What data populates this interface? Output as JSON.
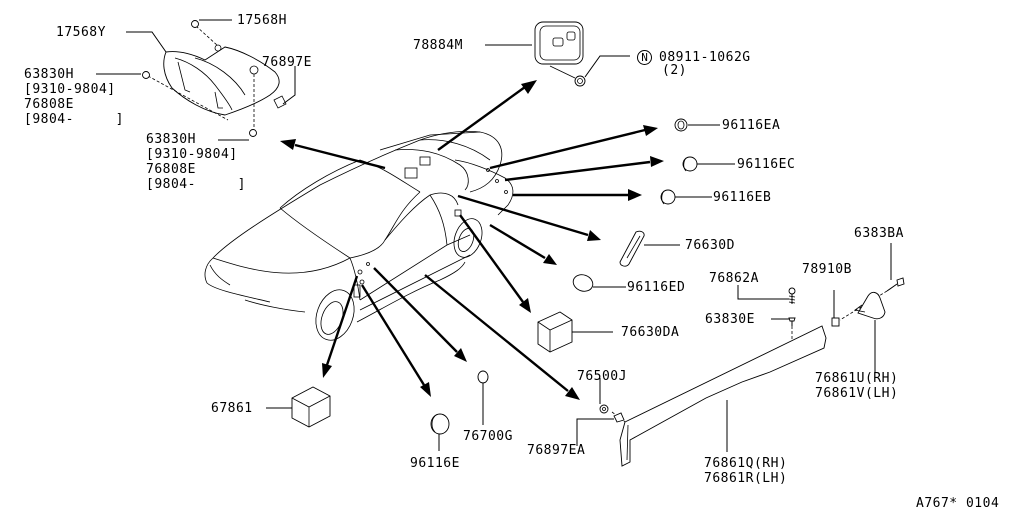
{
  "diagram": {
    "title": "Body side molding / trim parts exploded view",
    "reference_code": "A767* 0104",
    "parts": [
      {
        "id": "17568Y",
        "label": "17568Y"
      },
      {
        "id": "17568H",
        "label": "17568H"
      },
      {
        "id": "63830H-a",
        "label": "63830H",
        "note1": "[9310-9804]",
        "alt": "76808E",
        "note2": "[9804-     ]"
      },
      {
        "id": "76897E",
        "label": "76897E"
      },
      {
        "id": "63830H-b",
        "label": "63830H",
        "note1": "[9310-9804]",
        "alt": "76808E",
        "note2": "[9804-     ]"
      },
      {
        "id": "78884M",
        "label": "78884M"
      },
      {
        "id": "08911-1062G",
        "label": "08911-1062G",
        "prefix": "N",
        "qty": "(2)"
      },
      {
        "id": "96116EA",
        "label": "96116EA"
      },
      {
        "id": "96116EC",
        "label": "96116EC"
      },
      {
        "id": "96116EB",
        "label": "96116EB"
      },
      {
        "id": "76630D",
        "label": "76630D"
      },
      {
        "id": "96116ED",
        "label": "96116ED"
      },
      {
        "id": "76630DA",
        "label": "76630DA"
      },
      {
        "id": "76862A",
        "label": "76862A"
      },
      {
        "id": "63830E",
        "label": "63830E"
      },
      {
        "id": "78910B",
        "label": "78910B"
      },
      {
        "id": "6383BA",
        "label": "6383BA"
      },
      {
        "id": "76861U",
        "label": "76861U(RH)",
        "alt": "76861V(LH)"
      },
      {
        "id": "76500J",
        "label": "76500J"
      },
      {
        "id": "76897EA",
        "label": "76897EA"
      },
      {
        "id": "76861Q",
        "label": "76861Q(RH)",
        "alt": "76861R(LH)"
      },
      {
        "id": "67861",
        "label": "67861"
      },
      {
        "id": "96116E",
        "label": "96116E"
      },
      {
        "id": "76700G",
        "label": "76700G"
      }
    ]
  }
}
